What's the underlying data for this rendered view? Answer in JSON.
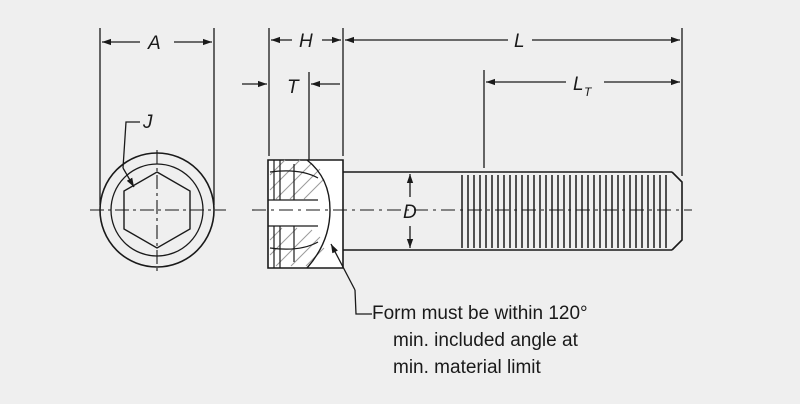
{
  "labels": {
    "A": "A",
    "H": "H",
    "L": "L",
    "T": "T",
    "J": "J",
    "LT_main": "L",
    "LT_sub": "T",
    "D": "D"
  },
  "note": {
    "line1": "Form must be within 120°",
    "line2": "min. included angle at",
    "line3": "min. material limit"
  },
  "colors": {
    "background": "#efefef",
    "ink": "#1a1a1a",
    "hatch": "#9a9a9a"
  }
}
